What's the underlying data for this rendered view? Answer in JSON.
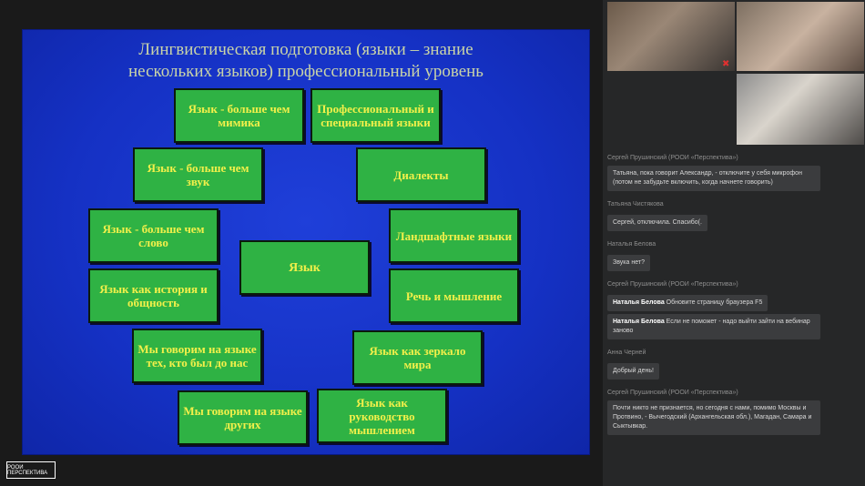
{
  "slide": {
    "title_line1": "Лингвистическая подготовка (языки – знание",
    "title_line2": "нескольких языков) профессиональный уровень",
    "boxes": [
      "Язык - больше чем мимика",
      "Профессиональный и специальный языки",
      "Язык - больше чем звук",
      "Диалекты",
      "Язык - больше чем слово",
      "Ландшафтные языки",
      "Язык",
      "Язык как история и общность",
      "Речь и мышление",
      "Мы говорим на языке тех, кто был до нас",
      "Язык как зеркало мира",
      "Мы говорим на языке других",
      "Язык как руководство мышлением"
    ]
  },
  "logo": "РООИ ПЕРСПЕКТИВА",
  "chat": {
    "messages": [
      {
        "author": "Сергей Прушинский (РООИ «Перспектива»)",
        "text": "Татьяна, пока говорит Александр, - отключите у себя микрофон (потом не забудьте включить, когда начнете говорить)"
      },
      {
        "author": "Татьяна Чистякова",
        "text": "Сергей, отключила. Спасибо(."
      },
      {
        "author": "Наталья Белова",
        "text": "Звука нет?"
      },
      {
        "author": "Сергей Прушинский (РООИ «Перспектива»)",
        "reply_to": "Наталья Белова",
        "text": "Обновите страницу браузера F5"
      },
      {
        "author": "",
        "reply_to": "Наталья Белова",
        "text": "Если не поможет - надо выйти зайти на вебинар заново"
      },
      {
        "author": "Анна Черней",
        "text": "Добрый день!"
      },
      {
        "author": "Сергей Прушинский (РООИ «Перспектива»)",
        "text": "Почти никто не признается, но сегодня с нами, помимо Москвы и Протвино, - Вычегодский (Архангельская обл.), Магадан, Самара и Сыктывкар."
      }
    ]
  }
}
